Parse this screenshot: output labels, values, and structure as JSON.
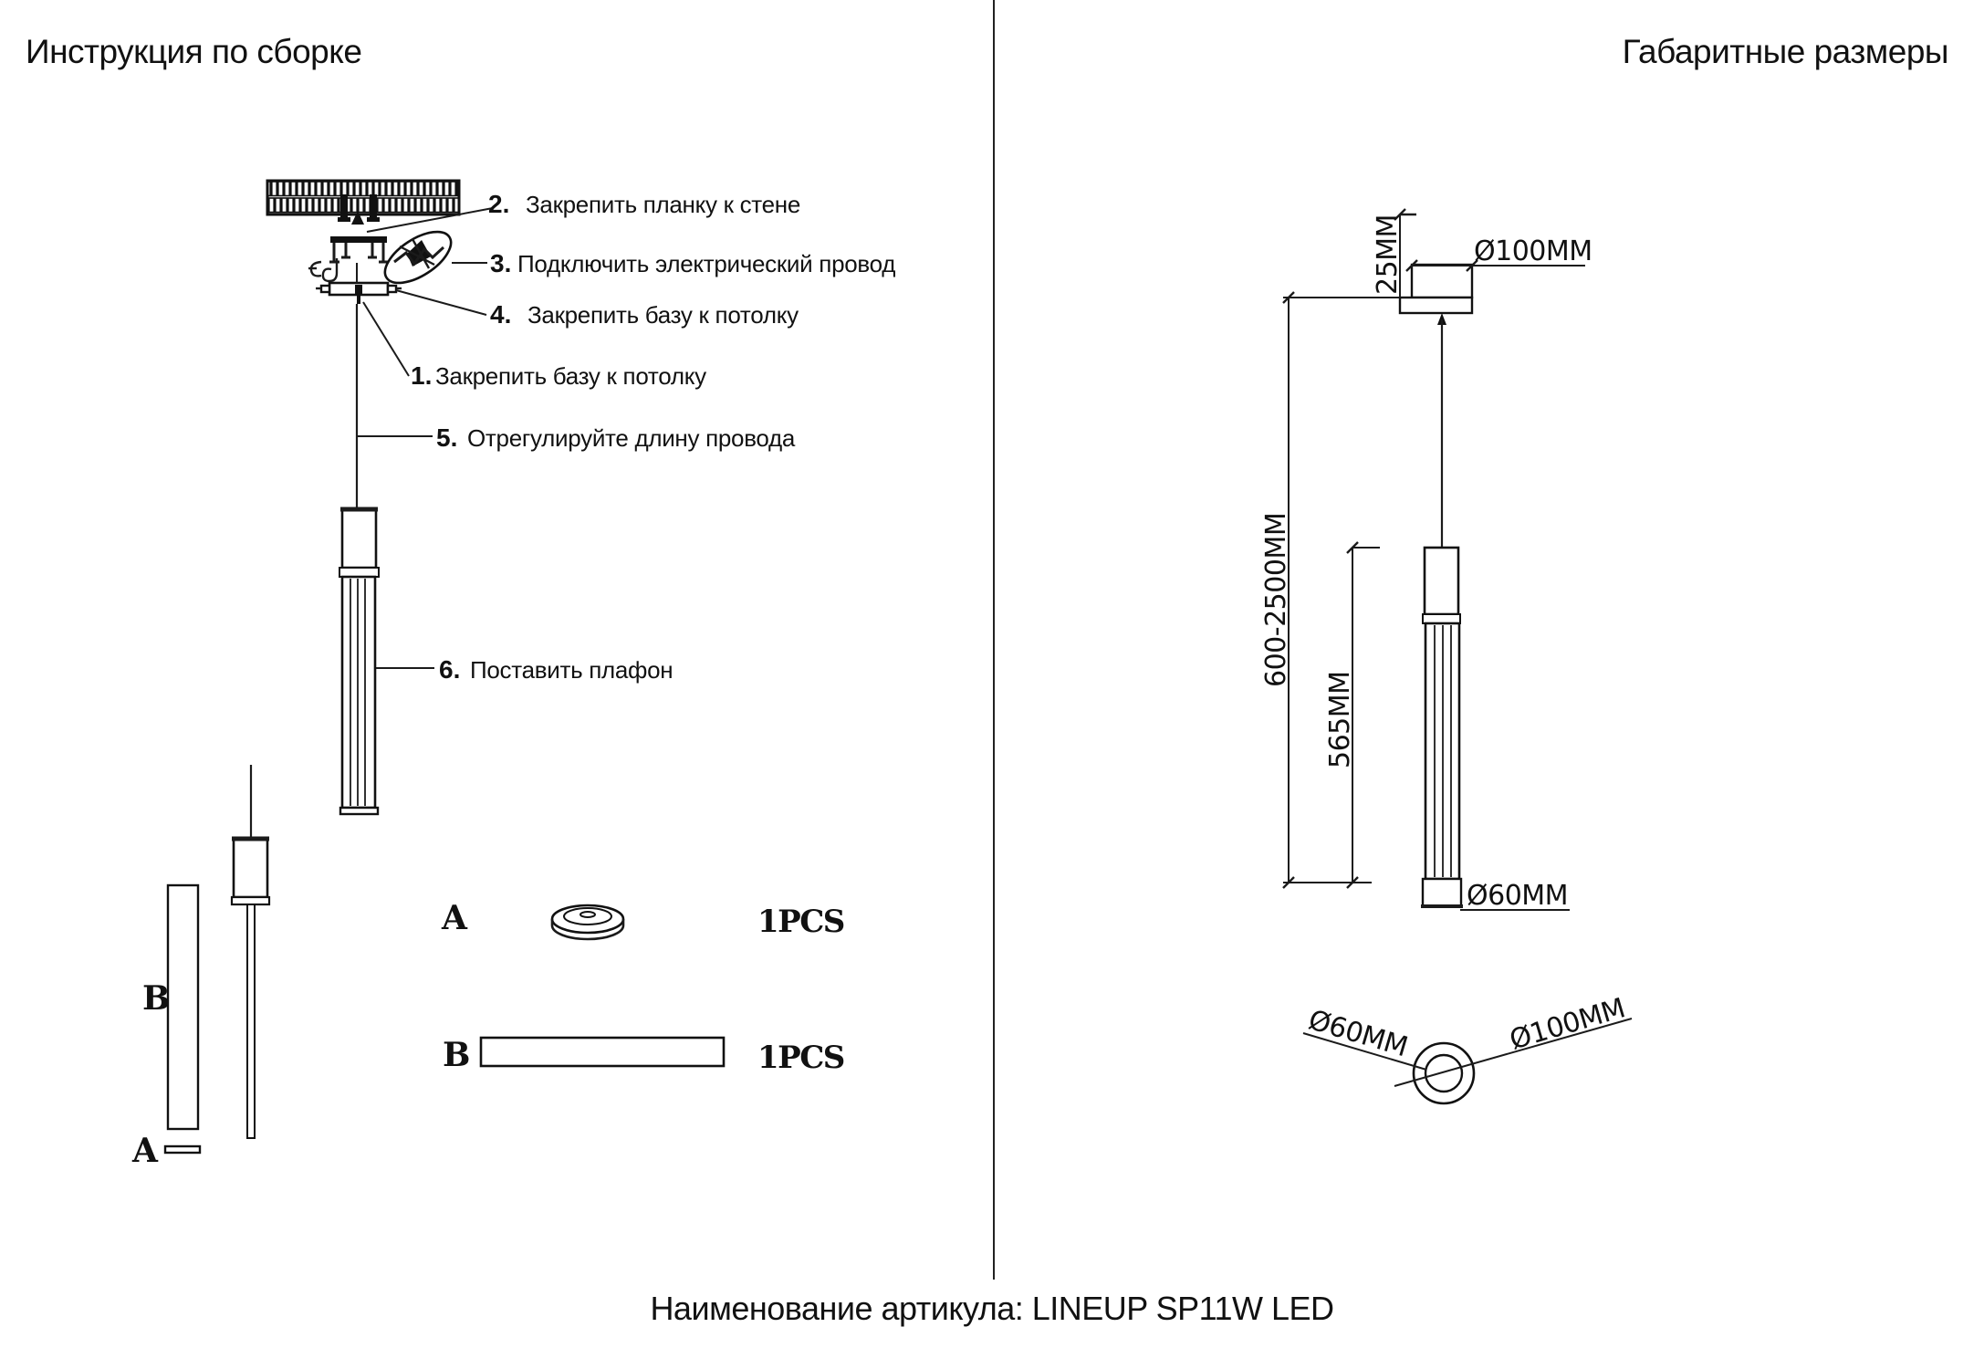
{
  "page": {
    "left_title": "Инструкция по сборке",
    "right_title": "Габаритные размеры",
    "footer": "Наименование артикула: LINEUP SP11W LED"
  },
  "assembly": {
    "steps": [
      {
        "num": "1.",
        "text": "Закрепить базу к потолку"
      },
      {
        "num": "2.",
        "text": "Закрепить планку к стене"
      },
      {
        "num": "3.",
        "text": "Подключить электрический провод"
      },
      {
        "num": "4.",
        "text": "Закрепить базу к потолку"
      },
      {
        "num": "5.",
        "text": "Отрегулируйте длину провода"
      },
      {
        "num": "6.",
        "text": "Поставить плафон"
      }
    ],
    "parts": [
      {
        "label": "A",
        "qty": "1PCS"
      },
      {
        "label": "B",
        "qty": "1PCS"
      }
    ],
    "detail": {
      "label_a": "A",
      "label_b": "B"
    }
  },
  "dimensions": {
    "canopy_height": "25MM",
    "canopy_diameter": "Ø100MM",
    "cord_length_range": "600-2500MM",
    "shade_length": "565MM",
    "shade_diameter": "Ø60MM",
    "bottom_view": {
      "shade_diameter": "Ø60MM",
      "canopy_diameter": "Ø100MM"
    }
  }
}
